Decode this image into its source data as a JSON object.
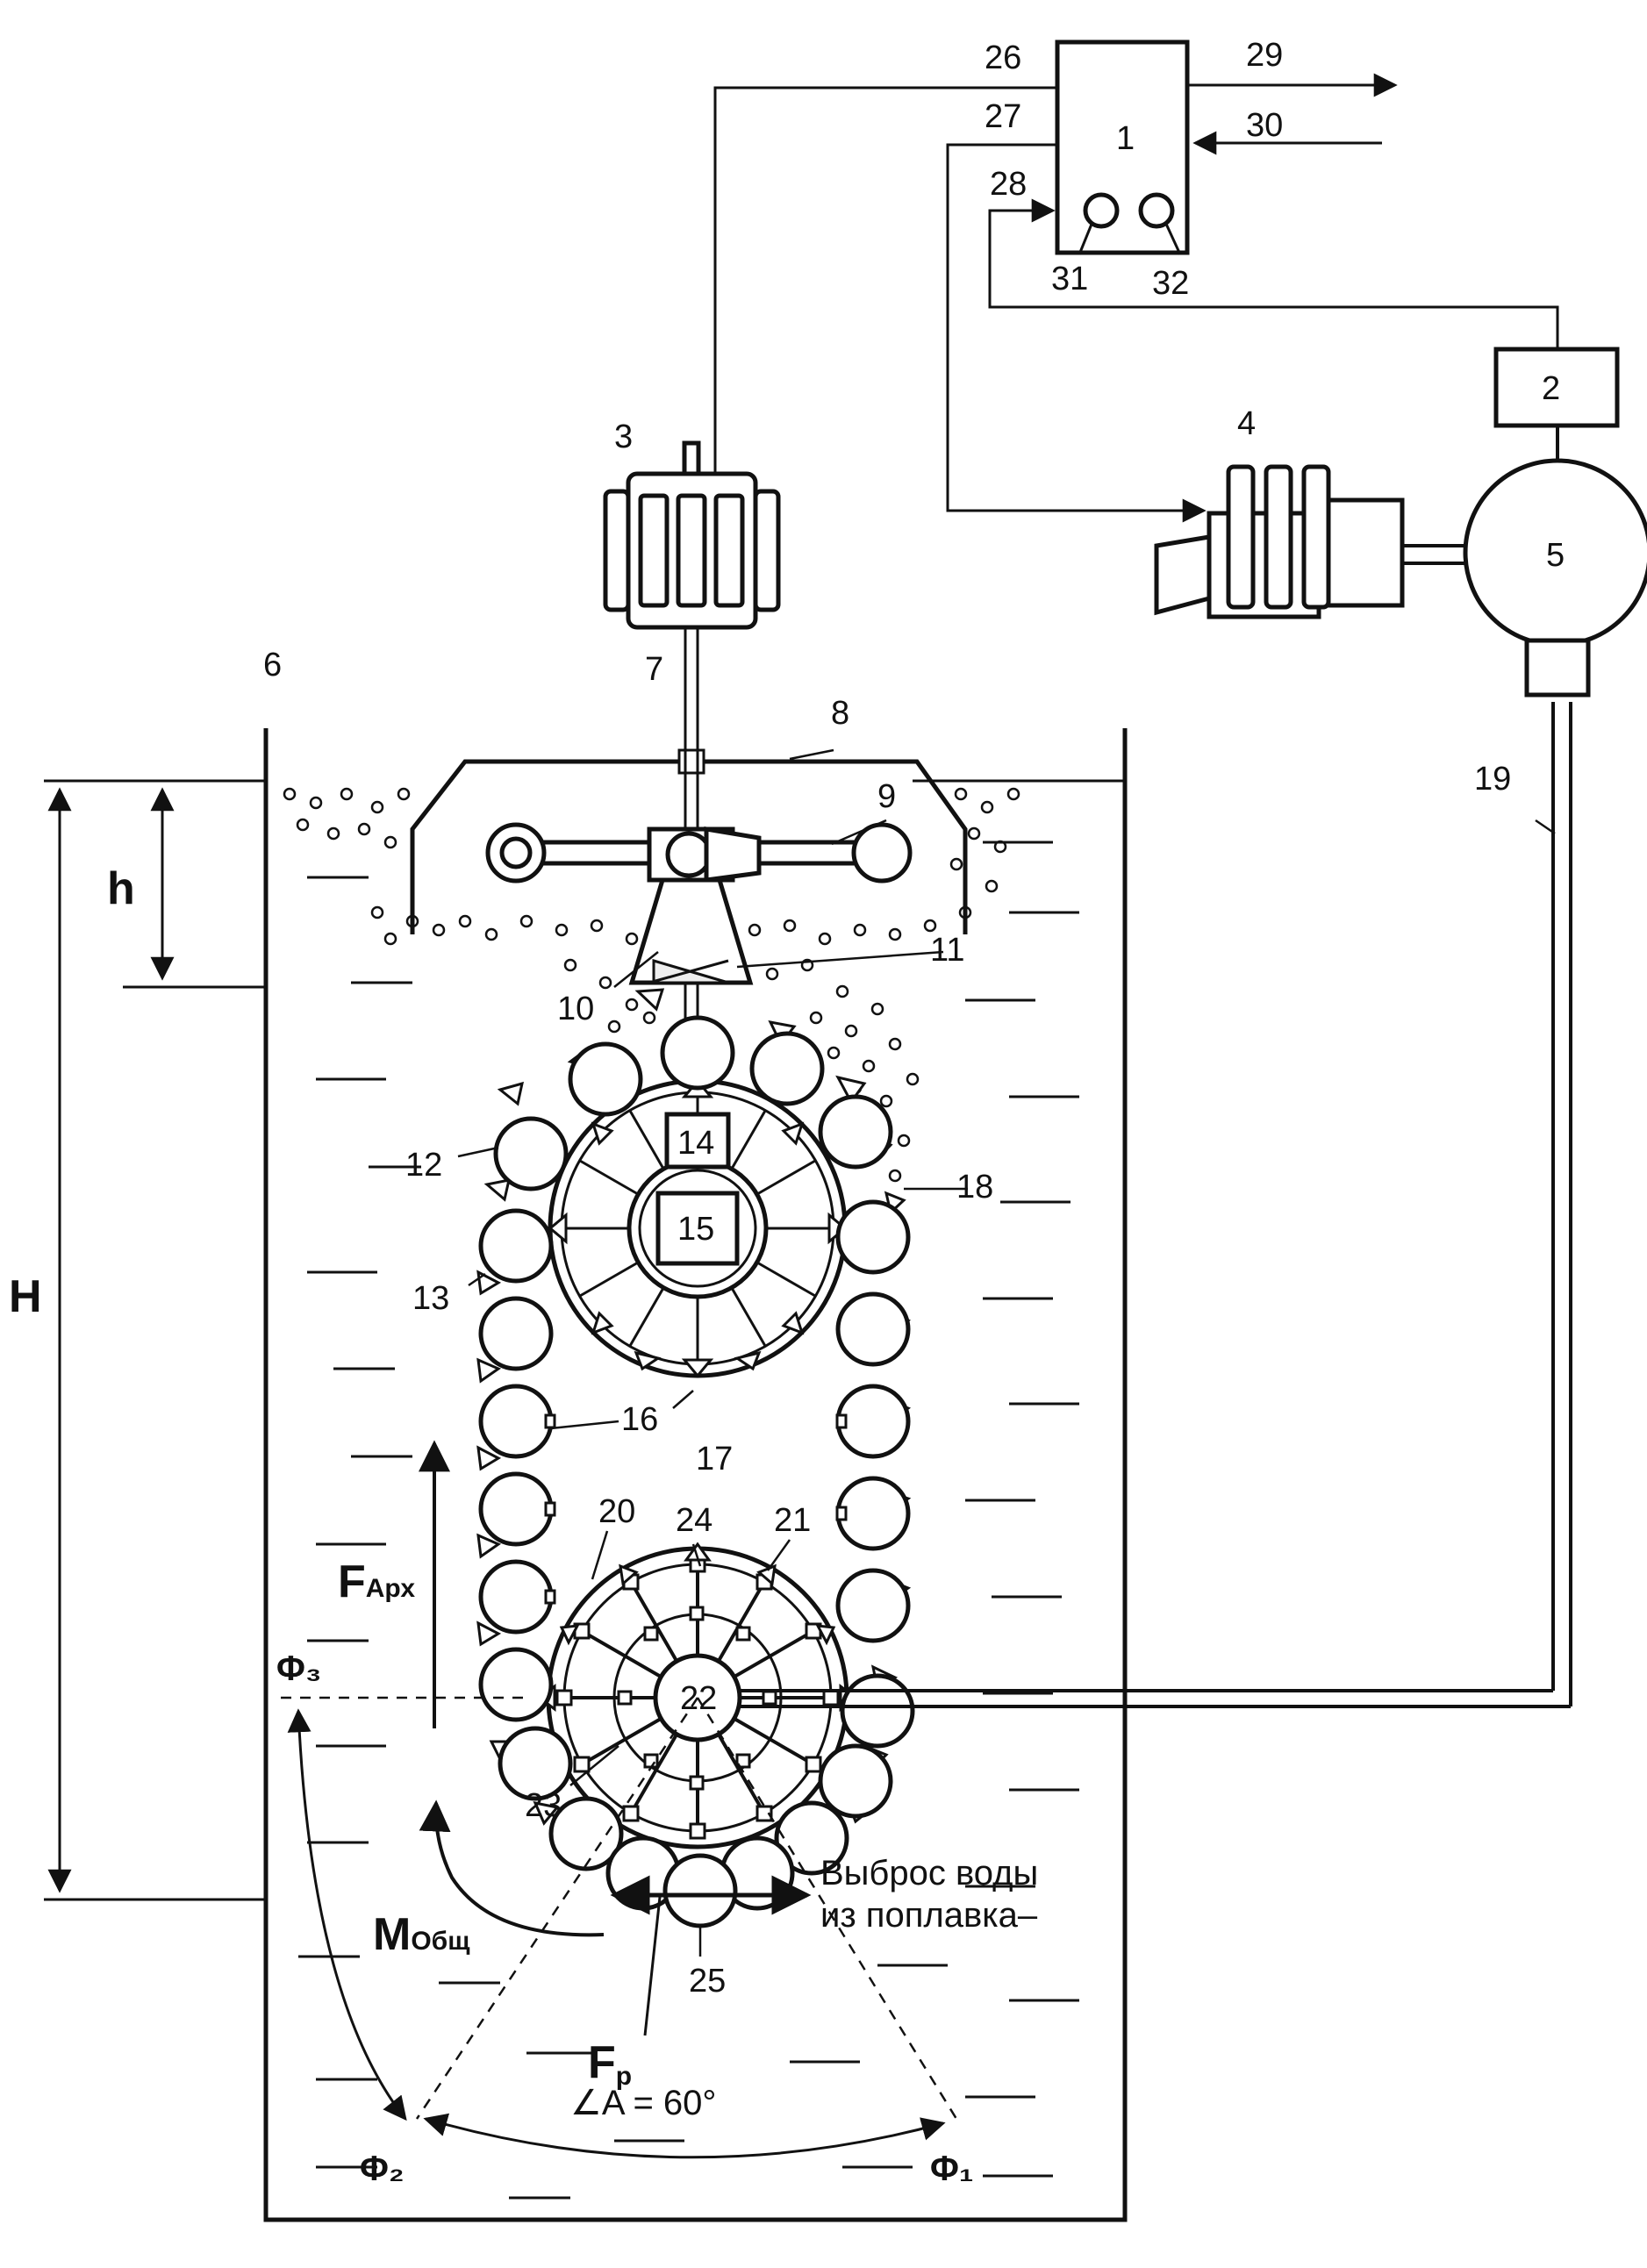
{
  "numbers": {
    "n1": "1",
    "n2": "2",
    "n3": "3",
    "n4": "4",
    "n5": "5",
    "n6": "6",
    "n7": "7",
    "n8": "8",
    "n9": "9",
    "n10": "10",
    "n11": "11",
    "n12": "12",
    "n13": "13",
    "n14": "14",
    "n15": "15",
    "n16": "16",
    "n17": "17",
    "n18": "18",
    "n19": "19",
    "n20": "20",
    "n21": "21",
    "n22": "22",
    "n23": "23",
    "n24": "24",
    "n25": "25",
    "n26": "26",
    "n27": "27",
    "n28": "28",
    "n29": "29",
    "n30": "30",
    "n31": "31",
    "n32": "32"
  },
  "symbols": {
    "h": "h",
    "H": "H",
    "F": "F",
    "f_arch_sub": "Арх",
    "f_r_sub": "р",
    "M": "M",
    "m_sub": "Общ",
    "phi1": "Φ₁",
    "phi2": "Φ₂",
    "phi3": "Φ₃",
    "angle": "∠A = 60°"
  },
  "captions": {
    "water_line1": "Выброс воды",
    "water_line2": "из поплавка–"
  }
}
